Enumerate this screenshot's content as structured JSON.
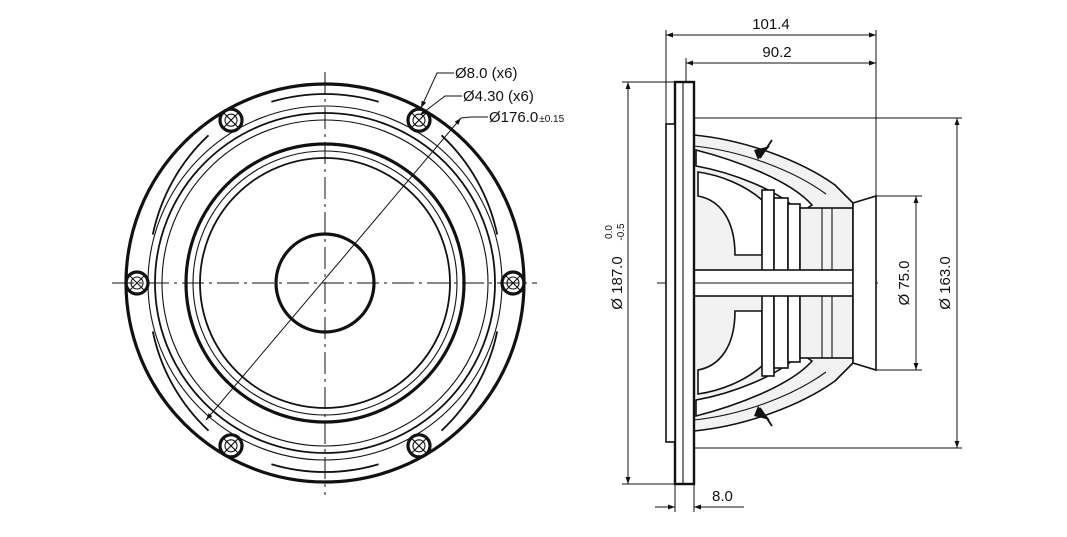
{
  "labels": {
    "hole_outer": "Ø8.0 (x6)",
    "hole_inner": "Ø4.30 (x6)",
    "bolt_circle": "Ø176.0",
    "bolt_circle_tol": "±0.15",
    "depth_total": "101.4",
    "depth_basket": "90.2",
    "flange_thickness": "8.0",
    "outer_diameter": "Ø 187.0",
    "outer_diameter_tol_upper": "0.0",
    "outer_diameter_tol_lower": "-0.5",
    "magnet_diameter": "Ø 75.0",
    "basket_diameter": "Ø 163.0"
  },
  "colors": {
    "line": "#111111",
    "shade": "#f2f2f2",
    "background": "#ffffff"
  }
}
